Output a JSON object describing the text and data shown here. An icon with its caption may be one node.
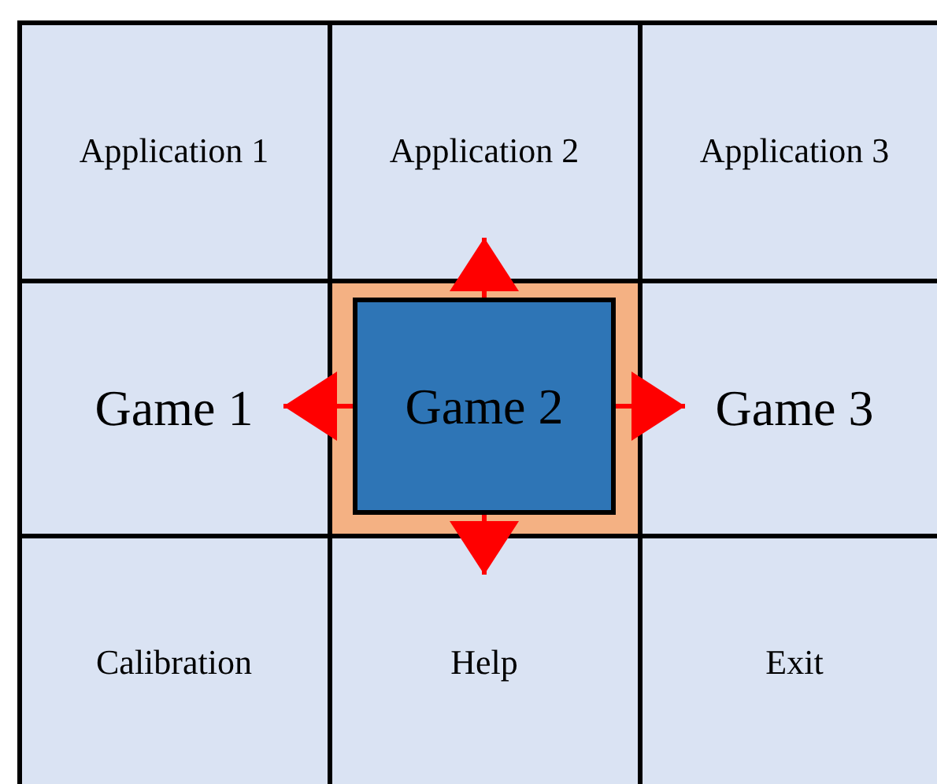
{
  "diagram": {
    "nodes": [
      {
        "text": [
          "Application 1"
        ]
      },
      {
        "text": [
          "Application 2"
        ]
      },
      {
        "text": [
          "Application 3"
        ]
      },
      {
        "text": [
          "Game 1"
        ]
      },
      {
        "text": [
          "Game 2"
        ]
      },
      {
        "text": [
          "Game 3"
        ]
      },
      {
        "text": [
          "Calibration"
        ]
      },
      {
        "text": [
          "Help"
        ]
      },
      {
        "text": [
          "Exit"
        ]
      }
    ],
    "edges": [
      {
        "from": 4,
        "to": 1,
        "arrow": "to",
        "color": "#ff0000"
      },
      {
        "from": 4,
        "to": 3,
        "arrow": "to",
        "color": "#ff0000"
      },
      {
        "from": 4,
        "to": 5,
        "arrow": "to",
        "color": "#ff0000"
      },
      {
        "from": 4,
        "to": 7,
        "arrow": "to",
        "color": "#ff0000"
      }
    ]
  }
}
